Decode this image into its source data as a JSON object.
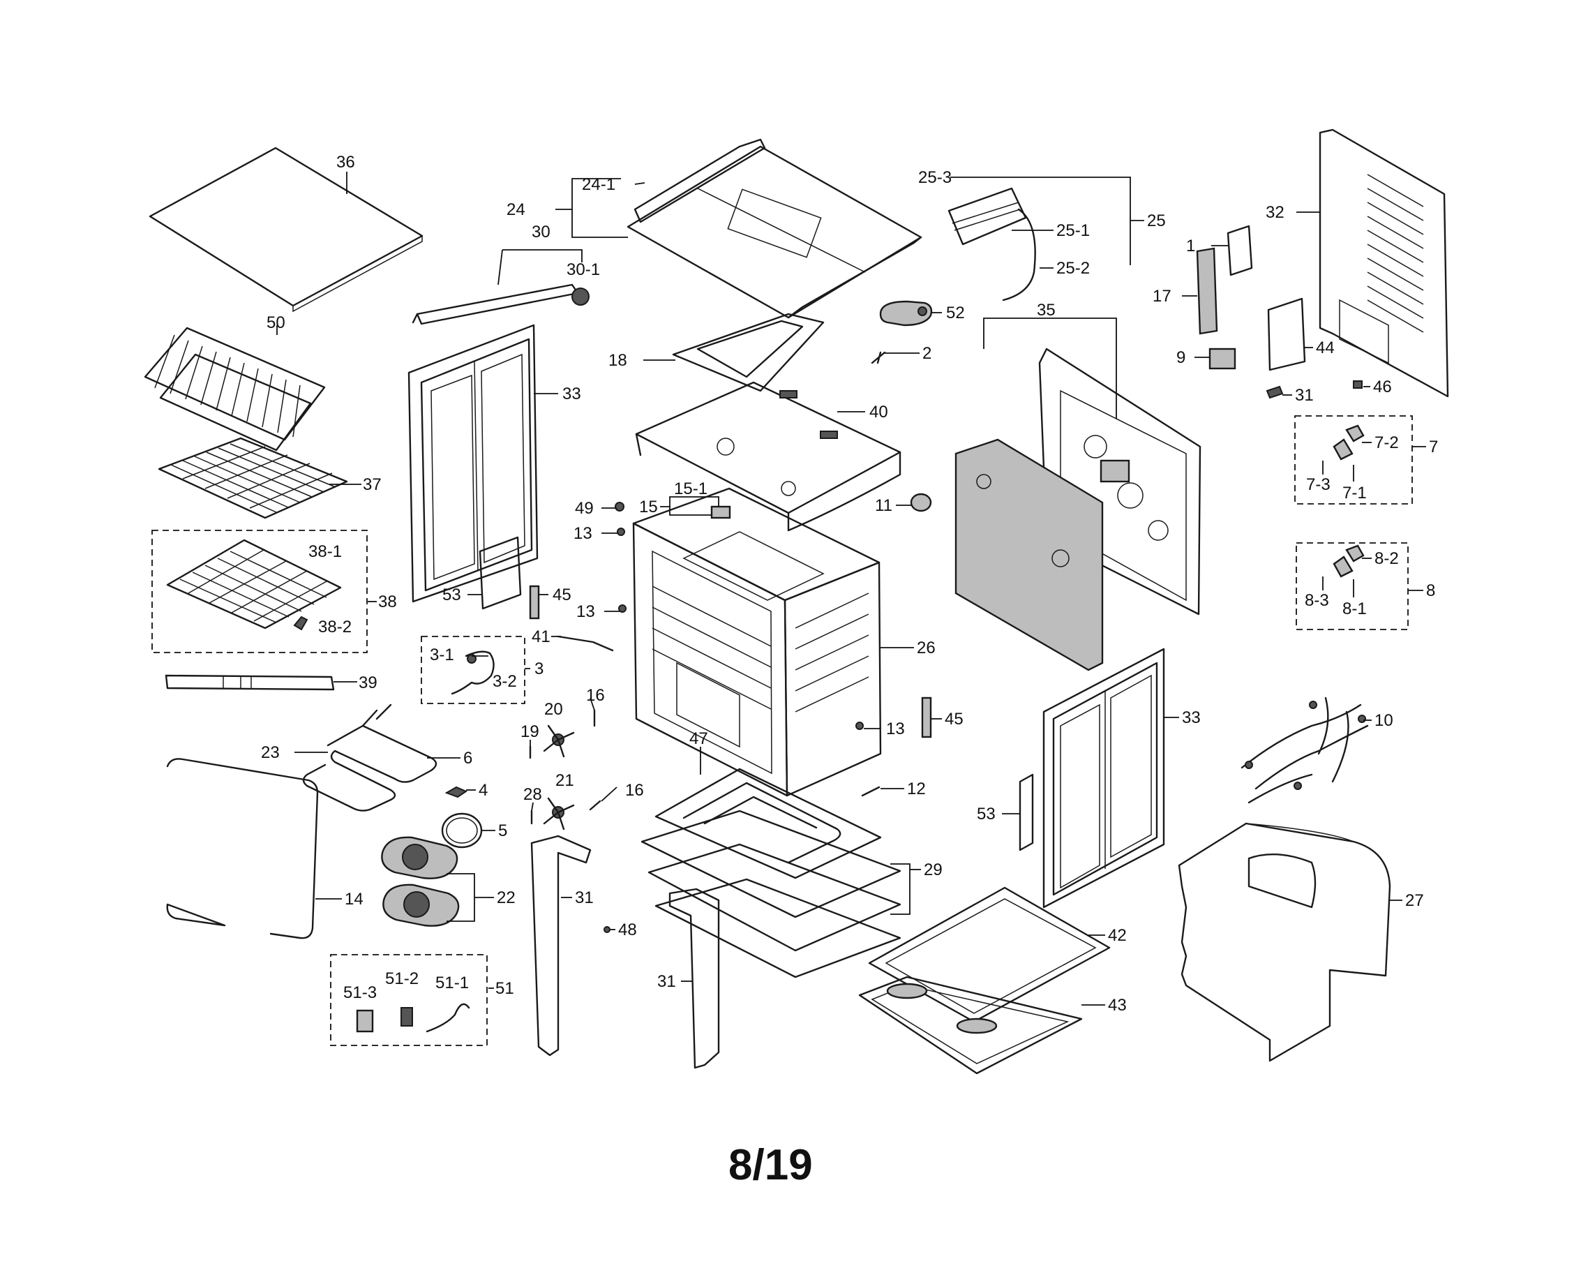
{
  "page_number": "8/19",
  "labels": {
    "l36": "36",
    "l50": "50",
    "l37": "37",
    "l38": "38",
    "l38_1": "38-1",
    "l38_2": "38-2",
    "l39": "39",
    "l23": "23",
    "l6": "6",
    "l4": "4",
    "l5": "5",
    "l14": "14",
    "l22": "22",
    "l51": "51",
    "l51_1": "51-1",
    "l51_2": "51-2",
    "l51_3": "51-3",
    "l3": "3",
    "l3_1": "3-1",
    "l3_2": "3-2",
    "l41": "41",
    "l30": "30",
    "l30_1": "30-1",
    "l24": "24",
    "l24_1": "24-1",
    "l33a": "33",
    "l53a": "53",
    "l45a": "45",
    "l18": "18",
    "l40": "40",
    "l52": "52",
    "l2": "2",
    "l49": "49",
    "l15": "15",
    "l15_1": "15-1",
    "l13a": "13",
    "l13b": "13",
    "l13c": "13",
    "l11": "11",
    "l26": "26",
    "l45b": "45",
    "l20": "20",
    "l16a": "16",
    "l19": "19",
    "l21": "21",
    "l16b": "16",
    "l28": "28",
    "l47": "47",
    "l12": "12",
    "l29": "29",
    "l31a": "31",
    "l31b": "31",
    "l48": "48",
    "l25": "25",
    "l25_1": "25-1",
    "l25_2": "25-2",
    "l25_3": "25-3",
    "l35": "35",
    "l33b": "33",
    "l53b": "53",
    "l42": "42",
    "l43": "43",
    "l1": "1",
    "l17": "17",
    "l9": "9",
    "l44": "44",
    "l31c": "31",
    "l46": "46",
    "l32": "32",
    "l7": "7",
    "l7_1": "7-1",
    "l7_2": "7-2",
    "l7_3": "7-3",
    "l8": "8",
    "l8_1": "8-1",
    "l8_2": "8-2",
    "l8_3": "8-3",
    "l10": "10",
    "l27": "27"
  }
}
